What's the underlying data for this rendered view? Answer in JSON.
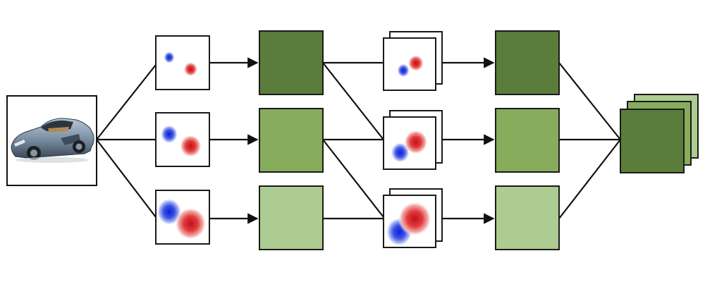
{
  "colors": {
    "dark_green": "#5a7d3b",
    "mid_green": "#87ad5c",
    "light_green": "#adcc91",
    "border": "#1a1a1a",
    "filter_red": "#d4141e",
    "filter_blue": "#1a2fd6"
  },
  "icons": {
    "input": "sports-car-image",
    "filter": "filter-kernel-heatmap",
    "feature": "feature-map-square"
  },
  "layers": [
    {
      "stage": "input"
    },
    {
      "stage": "filters",
      "count": 3,
      "scales": [
        "small",
        "medium",
        "large"
      ]
    },
    {
      "stage": "feature-maps",
      "count": 3,
      "shades": [
        "dark",
        "mid",
        "light"
      ]
    },
    {
      "stage": "filter-banks",
      "count": 3,
      "stacked": true
    },
    {
      "stage": "feature-maps",
      "count": 3,
      "shades": [
        "dark",
        "mid",
        "light"
      ]
    },
    {
      "stage": "output-stack",
      "count": 3
    }
  ]
}
